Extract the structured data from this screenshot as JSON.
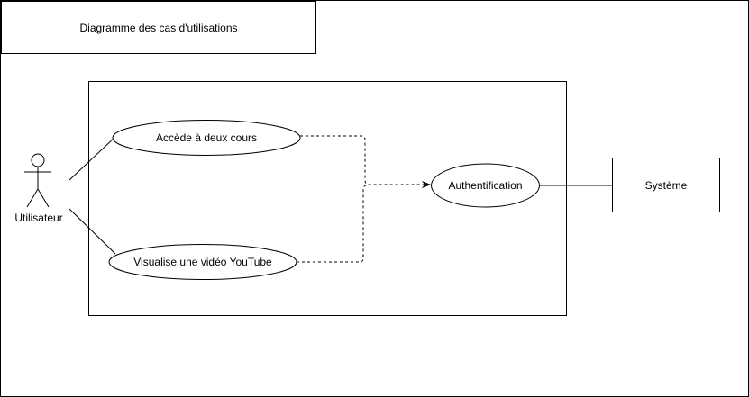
{
  "diagram": {
    "title": "Diagramme des cas d'utilisations",
    "actor": {
      "label": "Utilisateur"
    },
    "use_cases": [
      {
        "label": "Accède à deux cours"
      },
      {
        "label": "Visualise une vidéo YouTube"
      },
      {
        "label": "Authentification"
      }
    ],
    "external": {
      "label": "Système"
    }
  },
  "colors": {
    "stroke": "#000000",
    "background": "#ffffff"
  }
}
